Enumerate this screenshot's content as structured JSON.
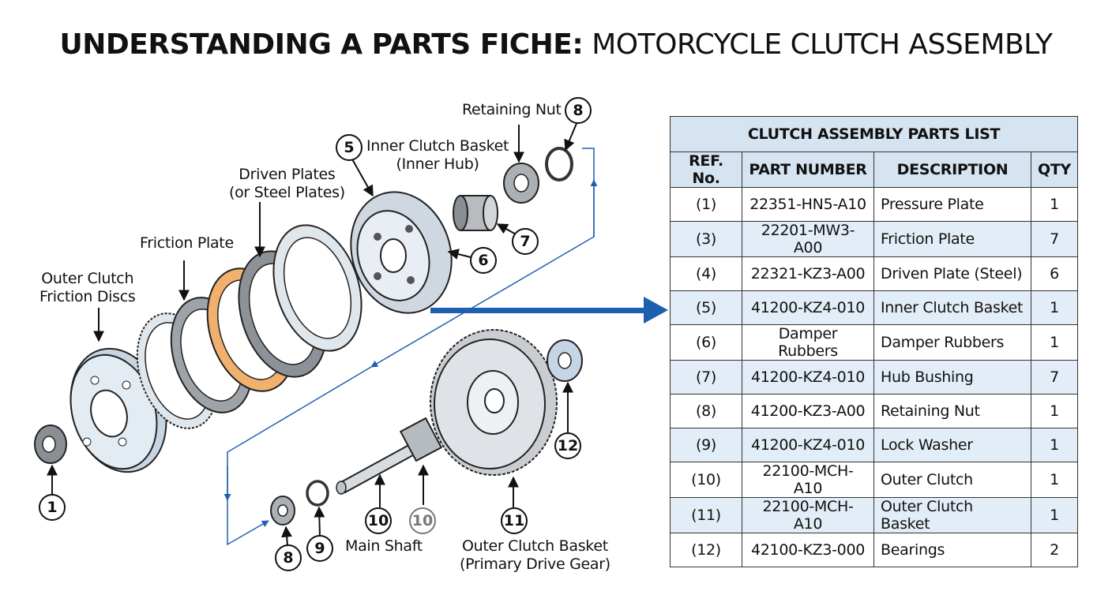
{
  "title": {
    "bold": "UNDERSTANDING A PARTS FICHE:",
    "light": "MOTORCYCLE CLUTCH ASSEMBLY"
  },
  "labels": {
    "retaining_nut": "Retaining Nut",
    "inner_basket": "Inner Clutch Basket\n(Inner Hub)",
    "driven_plates": "Driven Plates\n(or Steel Plates)",
    "friction_plate": "Friction Plate",
    "outer_discs": "Outer Clutch\nFriction Discs",
    "main_shaft": "Main Shaft",
    "outer_basket": "Outer Clutch Basket\n(Primary Drive Gear)"
  },
  "callouts": {
    "c8_top": "8",
    "c5": "5",
    "c7": "7",
    "c6": "6",
    "c1": "1",
    "c12": "12",
    "c8_bottom": "8",
    "c9": "9",
    "c10": "10",
    "c10_faded": "10",
    "c11": "11"
  },
  "table": {
    "caption": "CLUTCH ASSEMBLY PARTS LIST",
    "headers": [
      "REF. No.",
      "PART NUMBER",
      "DESCRIPTION",
      "QTY"
    ],
    "rows": [
      [
        "(1)",
        "22351-HN5-A10",
        "Pressure Plate",
        "1"
      ],
      [
        "(3)",
        "22201-MW3-A00",
        "Friction Plate",
        "7"
      ],
      [
        "(4)",
        "22321-KZ3-A00",
        "Driven Plate (Steel)",
        "6"
      ],
      [
        "(5)",
        "41200-KZ4-010",
        "Inner Clutch Basket",
        "1"
      ],
      [
        "(6)",
        "Damper Rubbers",
        "Damper Rubbers",
        "1"
      ],
      [
        "(7)",
        "41200-KZ4-010",
        "Hub Bushing",
        "7"
      ],
      [
        "(8)",
        "41200-KZ3-A00",
        "Retaining Nut",
        "1"
      ],
      [
        "(9)",
        "41200-KZ4-010",
        "Lock Washer",
        "1"
      ],
      [
        "(10)",
        "22100-MCH-A10",
        "Outer Clutch",
        "1"
      ],
      [
        "(11)",
        "22100-MCH-A10",
        "Outer Clutch Basket",
        "1"
      ],
      [
        "(12)",
        "42100-KZ3-000",
        "Bearings",
        "2"
      ]
    ]
  },
  "colors": {
    "arrow_blue": "#1f5fb0",
    "table_header": "#d6e4f2",
    "table_stripe": "#e3edf7",
    "friction_orange": "#f2b06e"
  }
}
